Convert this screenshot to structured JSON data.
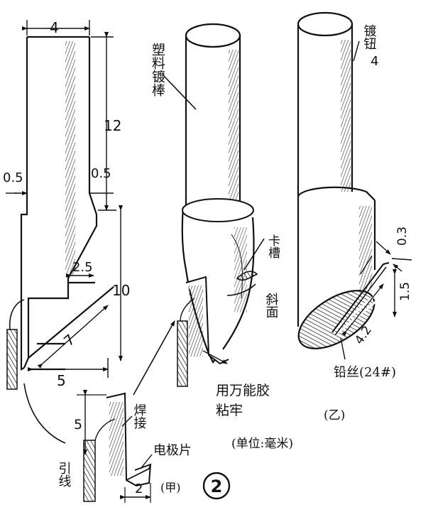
{
  "dimensions": {
    "width_top": "4",
    "height_12": "12",
    "step_left": "0.5",
    "step_right": "0.5",
    "notch_2_5": "2.5",
    "diag_10": "10",
    "diag_7": "7",
    "bottom_5": "5",
    "electrode_5": "5",
    "electrode_2": "2",
    "slot_0_3": "0.3",
    "slot_1_5": "1.5",
    "slot_4_2": "4.2"
  },
  "labels": {
    "plastic_rod": "塑料镀棒",
    "card_slot": "卡槽",
    "bevel": "斜面",
    "glue": "用万能胶",
    "glue_2": "粘牢",
    "weld": "焊接",
    "electrode": "电极片",
    "lead": "引线",
    "platinum": "镀钮",
    "platinum_num": "4",
    "lead_wire": "铅丝(24#)",
    "yi": "(乙)",
    "jia": "(甲)",
    "unit": "(单位:毫米)",
    "figure_num": "2"
  },
  "colors": {
    "ink": "#111111",
    "paper": "#ffffff"
  }
}
